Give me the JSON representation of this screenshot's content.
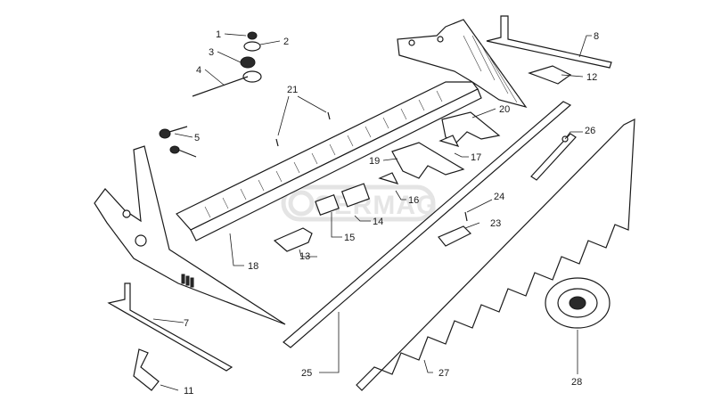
{
  "watermark": {
    "text": "CERMAG"
  },
  "callouts": [
    "1",
    "2",
    "3",
    "4",
    "5",
    "7",
    "8",
    "11",
    "12",
    "13",
    "14",
    "15",
    "16",
    "17",
    "18",
    "19",
    "20",
    "21",
    "23",
    "24",
    "25",
    "26",
    "27",
    "28"
  ]
}
